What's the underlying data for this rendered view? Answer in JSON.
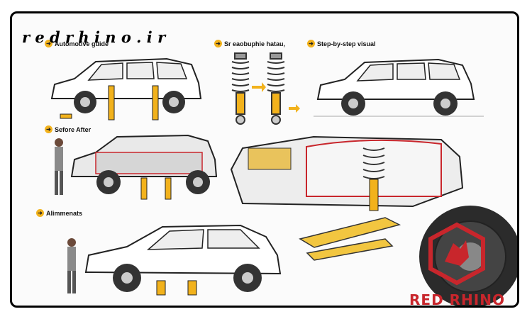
{
  "watermark": "r e d r h i n o . i r",
  "panels": [
    {
      "label": "Automotive guide"
    },
    {
      "label": "Sr eaobuphie hatau,"
    },
    {
      "label": "Step-by-step visual"
    },
    {
      "label": "Sefore After"
    },
    {
      "label": "Alimmenats"
    }
  ],
  "brand": {
    "text": "RED RHINO",
    "color": "#c8262c"
  },
  "colors": {
    "accent": "#f2b21c",
    "outline": "#222222",
    "cutaway": "#c8262c"
  },
  "icons": [
    "arrow-icon",
    "jack-stand-icon",
    "coilover-icon",
    "wheel-icon",
    "rhino-logo-icon",
    "mechanic-icon"
  ]
}
